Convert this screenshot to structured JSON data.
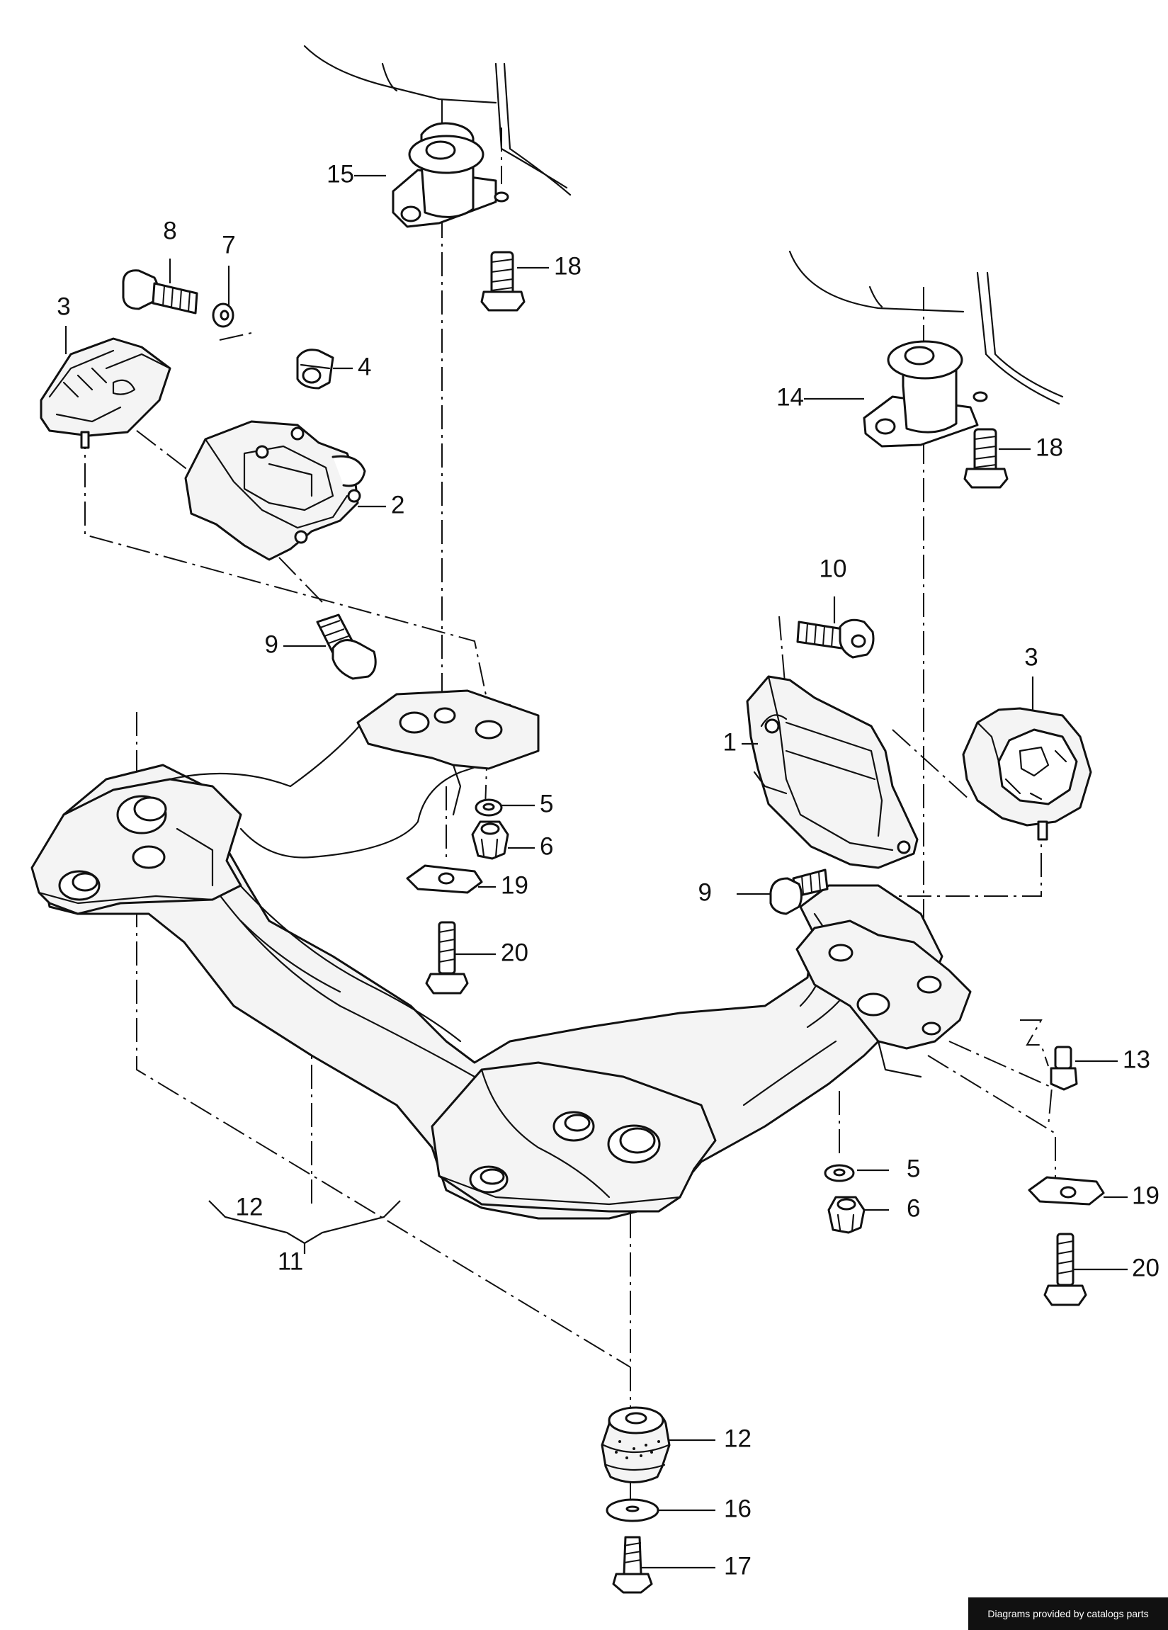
{
  "labels": {
    "p1": "1",
    "p2": "2",
    "p3_left": "3",
    "p3_right": "3",
    "p4": "4",
    "p5_upper": "5",
    "p5_lower": "5",
    "p6_upper": "6",
    "p6_lower": "6",
    "p7": "7",
    "p8": "8",
    "p9_upper": "9",
    "p9_lower": "9",
    "p10": "10",
    "p11": "11",
    "p12_group": "12",
    "p12_mount": "12",
    "p13": "13",
    "p14": "14",
    "p15": "15",
    "p16": "16",
    "p17": "17",
    "p18_upper": "18",
    "p18_right": "18",
    "p19_upper": "19",
    "p19_lower": "19",
    "p20_upper": "20",
    "p20_lower": "20"
  },
  "footer": {
    "credit": "Diagrams provided by catalogs parts"
  }
}
